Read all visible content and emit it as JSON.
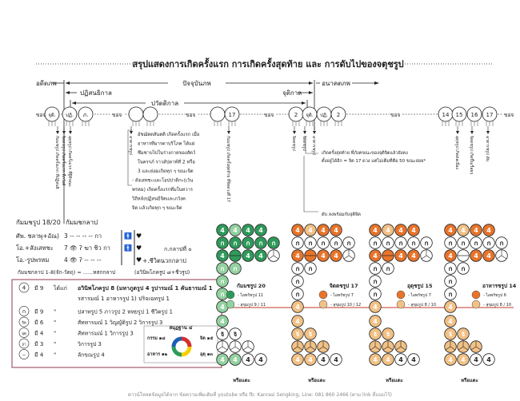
{
  "title": "สรุปแสดงการเกิดครั้งแรก การเกิดครั้งสุดท้าย และ การดับไปของจตุชรูป",
  "timeline": {
    "past": "อดีตภพ",
    "present": "ปัจจุบันภพ",
    "future": "อนาคตภพ",
    "rebirth_period": "ปฏิสนธิกาล",
    "death_period": "จุติกาล",
    "life_period": "ปวัตติกาล",
    "flow": "ขอจ",
    "nodes": {
      "cuti": "จุติ.",
      "pati": "ปฏิ.",
      "bha": "ภ.",
      "n17": "17",
      "n2": "2",
      "n14": "14",
      "n15": "15",
      "n16": "16"
    }
  },
  "vertical_labels": {
    "kamma_first": "กัมมชรูป เกิดครั้งแรก ที่ปฏิสนธิ",
    "citta_first": "จิตตชรูป เกิดครั้งแรก ที่ภวังค์",
    "utu_first": "อุตุชรูป เกิดครั้งแรก ที่ฐีติขณะ",
    "ahara_first": "อาหารชรูป",
    "kamma_last": "กัมมชรูป เกิดครั้งสุดท้าย ที่จิตดวงที่ 17",
    "citta_last": "จิตตชรูป",
    "citta_last2": "จิตตชรูป",
    "ahara_last": "อาหารชรูป",
    "kamma_end": "กัมมชรูป",
    "utu_end": "อุตุชรูป เกิดต่อเนื่อง",
    "citta_end": "จิตตชรูป เกิดขึ้นเรื่อยๆ",
    "ahara_end": "อาหารชรูป ดับ"
  },
  "notes": {
    "ahara_note": [
      "อัชฌัตตสันตติ เกิดครั้งแรก เมื่อ",
      "อาหารที่มารดาบริโภค ได้แผ่",
      "ซึมซาบไปในร่างกายของสัตว์",
      "ในครรภ์ ราวสัปดาห์ที่ 2 หรือ",
      "3 และย่อมเกิดทุก ๆ ขณะจิต",
      "- สังเสทชะและโอปปาติกะ(เว้น",
      "พรหม) เกิดครั้งแรกที่มในทวาร",
      "วิถีหลังปฏิสนธิจิตและภวังค",
      "จิต แล้วเกิดทุก ๆ ขณะจิต"
    ],
    "last_note": [
      "เกิดครั้งสุดท้าย ที่ภังคขณะของจุติจิตแล้วยังคง",
      "ตั้งอยู่ได้อีก = จิต 17 ดวง แต่ไม่เต็มที่คือ 50 ขณะย่อย*"
    ],
    "death_note": "ดับ ลงพร้อมกับจุติจิต"
  },
  "kalapa_table": {
    "header_left": "กัมมชรูป 18/20",
    "header_right": "กัมมชกลาป",
    "rows": [
      {
        "label": "ศัพ. ชลาพุ+อัณ)",
        "values": "3  --  -- -- --  กา"
      },
      {
        "label": "โอ.+สังเสทชะ",
        "values": "7 👁 ʔ ฆา ชิว กา"
      },
      {
        "label": "โอ.-รูปพรหม",
        "values": "4 👁 ʔ --  --  --"
      }
    ],
    "kalapa0": "ก.กลาปที่ ๐",
    "jivita": "+.ชีวิตนวกกลาป",
    "footer_left": "กัมมชกลาป 1-8(จัก-วัตถุ) = ......หสกกลาป",
    "footer_right": "(อวินิพโภครูป ๘+ชีวรูป)"
  },
  "legend_box": {
    "rows": [
      {
        "sym": "4",
        "count": "มี 9",
        "ditto": "ได้แก่",
        "text": "อวินิพโภครูป 8 (มหาภูตรูป 4 รูปารมณ์ 1 คันธารมณ์ 1",
        "text2": "รสารมณ์ 1 อาหารรูป 1) ปริจเฉทรูป 1"
      },
      {
        "sym": "ก",
        "count": "มี 9",
        "ditto": "\"",
        "text": "ปสาทรูป 5    ภาวรูป 2    หทยรูป 1    ชีวิตรูป 1"
      },
      {
        "sym": "จิต",
        "count": "มี 6",
        "ditto": "\"",
        "text": "สัททารมณ์ 1   วิญญัติรูป 2   วิการรูป 3"
      },
      {
        "sym": "อุตุ",
        "count": "มี 4",
        "ditto": "\"",
        "text": "สัททารมณ์ 1   วิการรูป 3"
      },
      {
        "sym": "อา",
        "count": "มี 3",
        "ditto": "\"",
        "text": "วิการรูป 3"
      },
      {
        "sym": "–",
        "count": "มี 4",
        "ditto": "\"",
        "text": "ลักขณรูป 4"
      }
    ],
    "samutthana": {
      "title": "สมุฏฐาน ๔",
      "kamma": "กรรม ๑๘",
      "citta": "จิต ๑๕",
      "ahara": "อาหาร ๑๒",
      "utu": "อุตุ ๑๓"
    }
  },
  "grids": [
    {
      "title": "กัมมชรูป 20",
      "legend1": "- ไอพรัชรูป 11",
      "legend2": "- สุขุมรูป 9 / 11",
      "dark": "#2e9a5a",
      "light": "#93d2a0"
    },
    {
      "title": "จิตตชรูป 17",
      "legend1": "- ไอพรัชรูป 7",
      "legend2": "- สุขุมรูป 10 / 12",
      "dark": "#e8742a",
      "light": "#f2c185"
    },
    {
      "title": "อุตุชรูป 15",
      "legend1": "- ไอพรัชรูป 7",
      "legend2": "- สุขุมรูป 8 / 10",
      "dark": "#e8742a",
      "light": "#f2c185"
    },
    {
      "title": "อาหารชรูป 14",
      "legend1": "- ไอพรัชรูป 6",
      "legend2": "- สุขุมรูป 8 / 10",
      "dark": "#e8742a",
      "light": "#f2c185"
    }
  ],
  "grid_caption": "หรือแตะ",
  "footer": "ดาวน์โหลดข้อมูลได้จาก ข้อความเพิ่มเติมที่ youtube หรือ fb: Kanrasi Sengking, Line: 081 860 2466 (ตาม link ที่แนบไว้)",
  "colors": {
    "accent_line": "#c0392b",
    "box_border": "#a05a6a"
  }
}
